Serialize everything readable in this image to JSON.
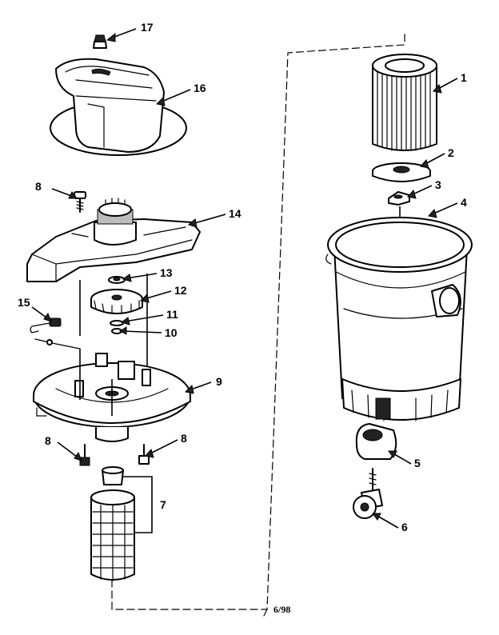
{
  "parts": [
    {
      "id": "part-1",
      "label": "1"
    },
    {
      "id": "part-2",
      "label": "2"
    },
    {
      "id": "part-3",
      "label": "3"
    },
    {
      "id": "part-4",
      "label": "4"
    },
    {
      "id": "part-5",
      "label": "5"
    },
    {
      "id": "part-6",
      "label": "6"
    },
    {
      "id": "part-7",
      "label": "7"
    },
    {
      "id": "part-8a",
      "label": "8"
    },
    {
      "id": "part-8b",
      "label": "8"
    },
    {
      "id": "part-8c",
      "label": "8"
    },
    {
      "id": "part-9",
      "label": "9"
    },
    {
      "id": "part-10",
      "label": "10"
    },
    {
      "id": "part-11",
      "label": "11"
    },
    {
      "id": "part-12",
      "label": "12"
    },
    {
      "id": "part-13",
      "label": "13"
    },
    {
      "id": "part-14",
      "label": "14"
    },
    {
      "id": "part-15",
      "label": "15"
    },
    {
      "id": "part-16",
      "label": "16"
    },
    {
      "id": "part-17",
      "label": "17"
    }
  ],
  "footer": {
    "date_code": "6/98"
  }
}
